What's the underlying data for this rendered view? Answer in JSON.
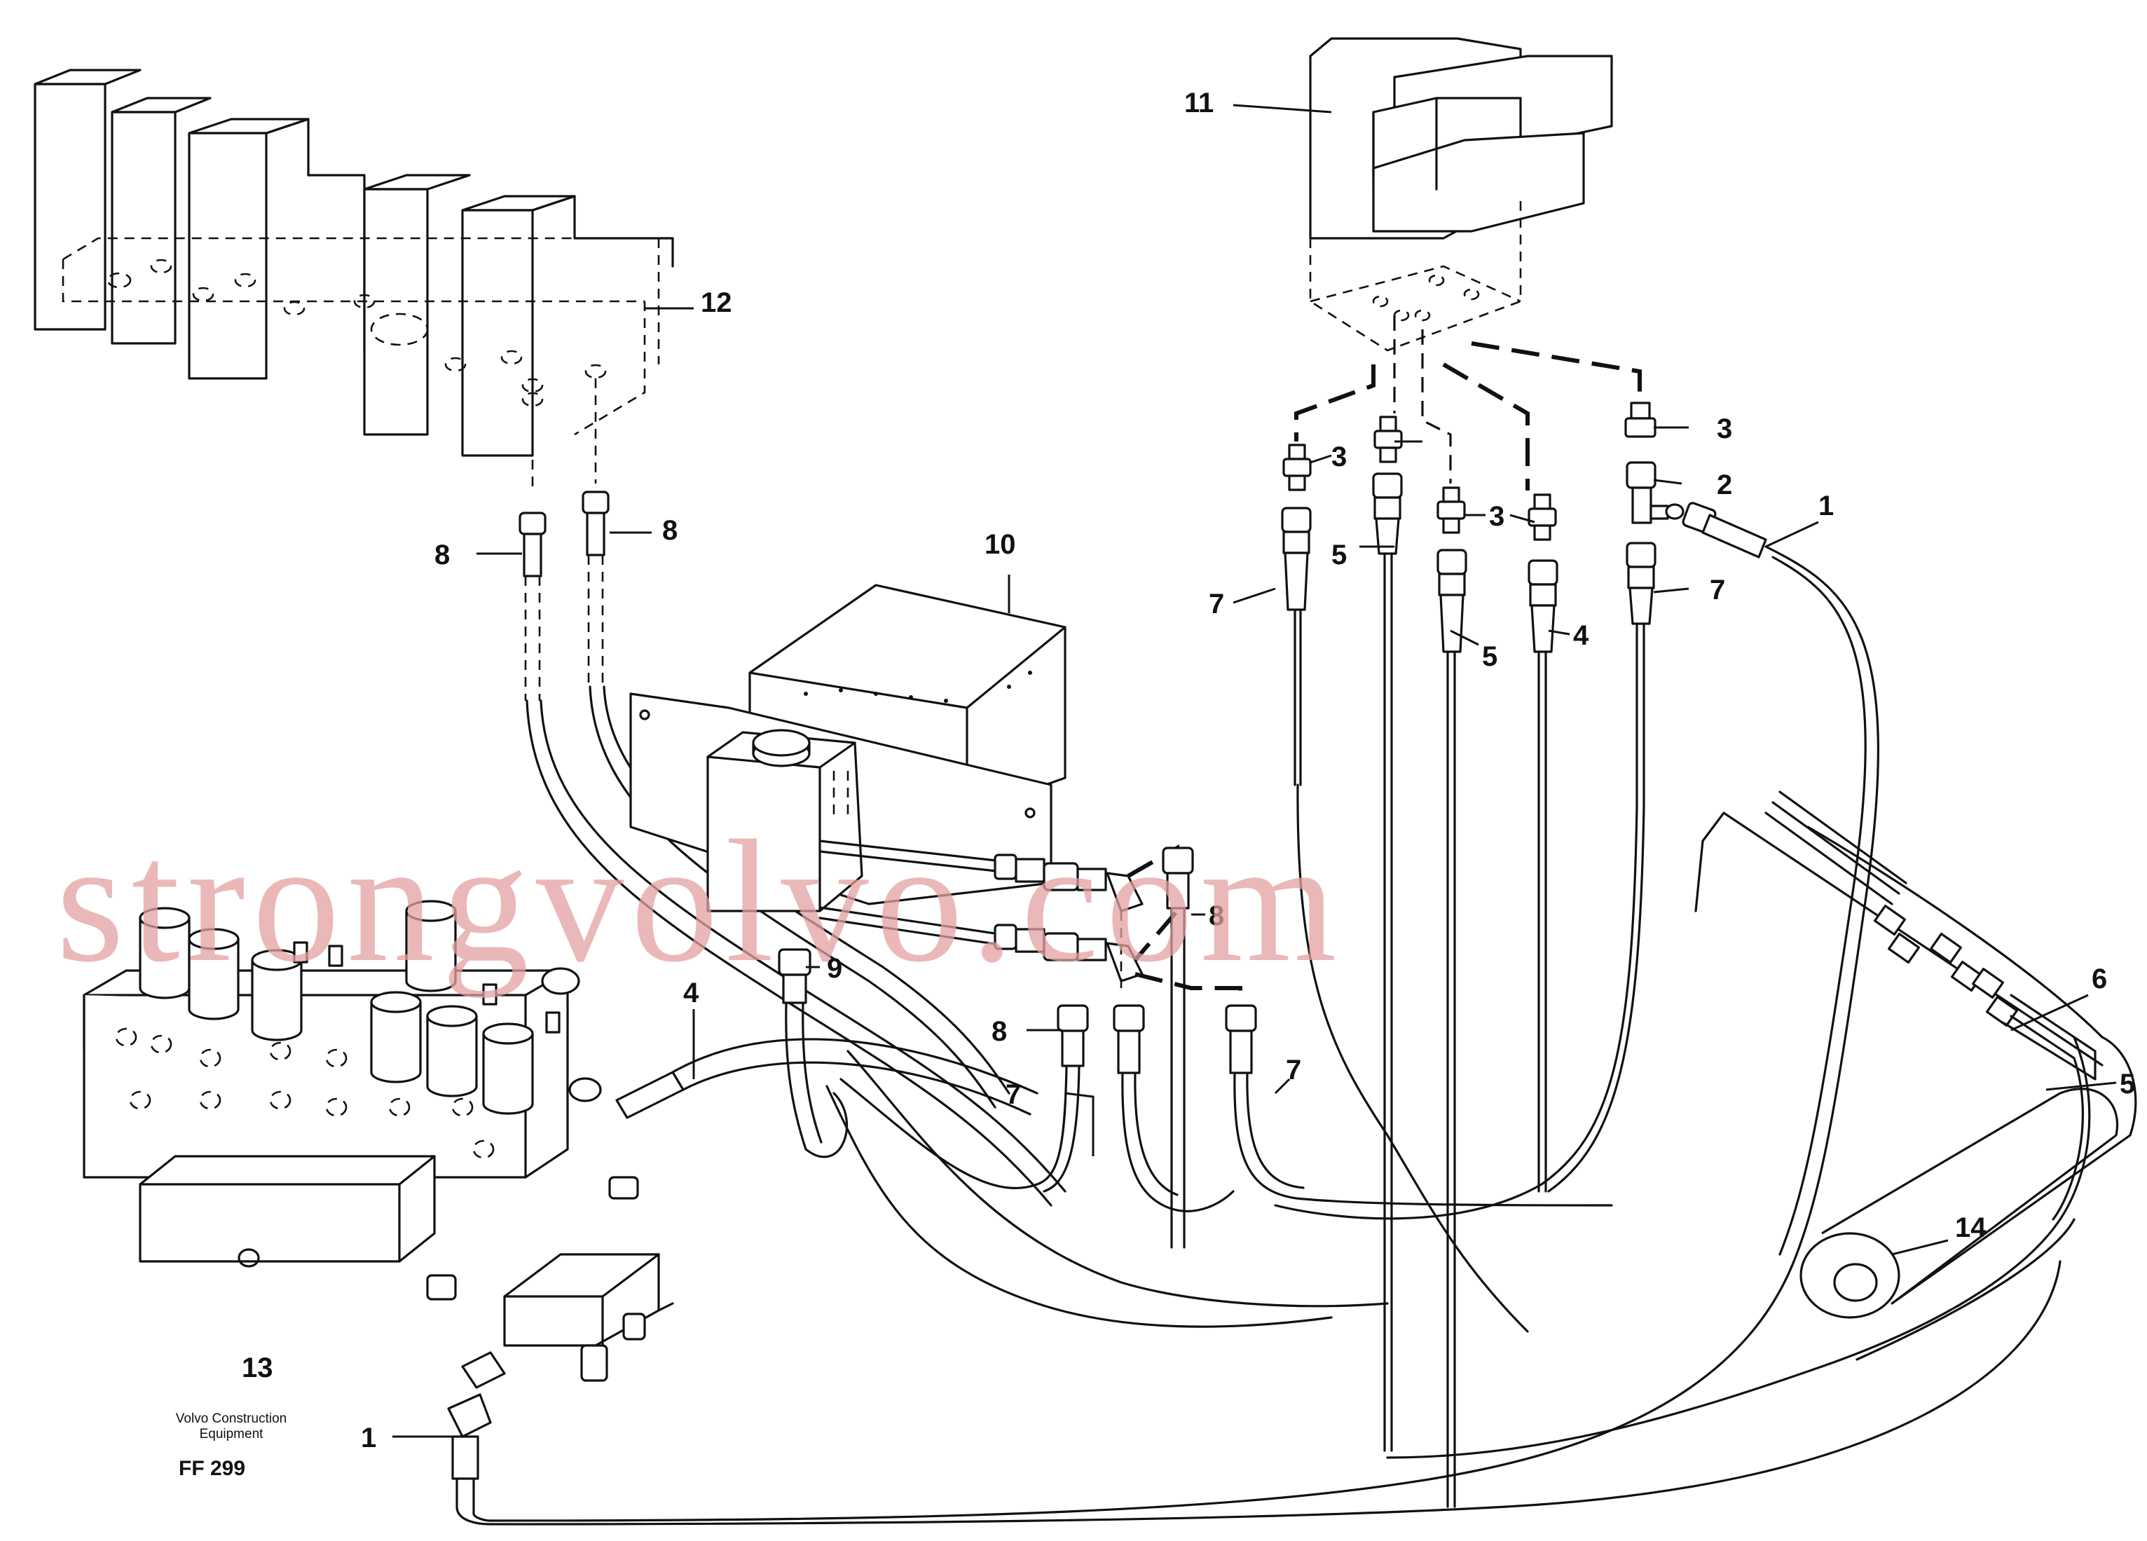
{
  "diagram": {
    "callouts": {
      "c1_upper": "1",
      "c1_lower": "1",
      "c2": "2",
      "c3_a": "3",
      "c3_b": "3",
      "c3_c": "3",
      "c4_a": "4",
      "c4_b": "4",
      "c5_a": "5",
      "c5_b": "5",
      "c5_c": "5",
      "c6": "6",
      "c7_a": "7",
      "c7_b": "7",
      "c7_c": "7",
      "c7_d": "7",
      "c8_a": "8",
      "c8_b": "8",
      "c8_c": "8",
      "c8_d": "8",
      "c9": "9",
      "c10": "10",
      "c11": "11",
      "c12": "12",
      "c13": "13",
      "c14": "14"
    },
    "credit_line1": "Volvo Construction",
    "credit_line2": "Equipment",
    "figure_code": "FF 299"
  },
  "watermark": {
    "text": "strongvolvo.com",
    "color": "#e3a0a0"
  }
}
